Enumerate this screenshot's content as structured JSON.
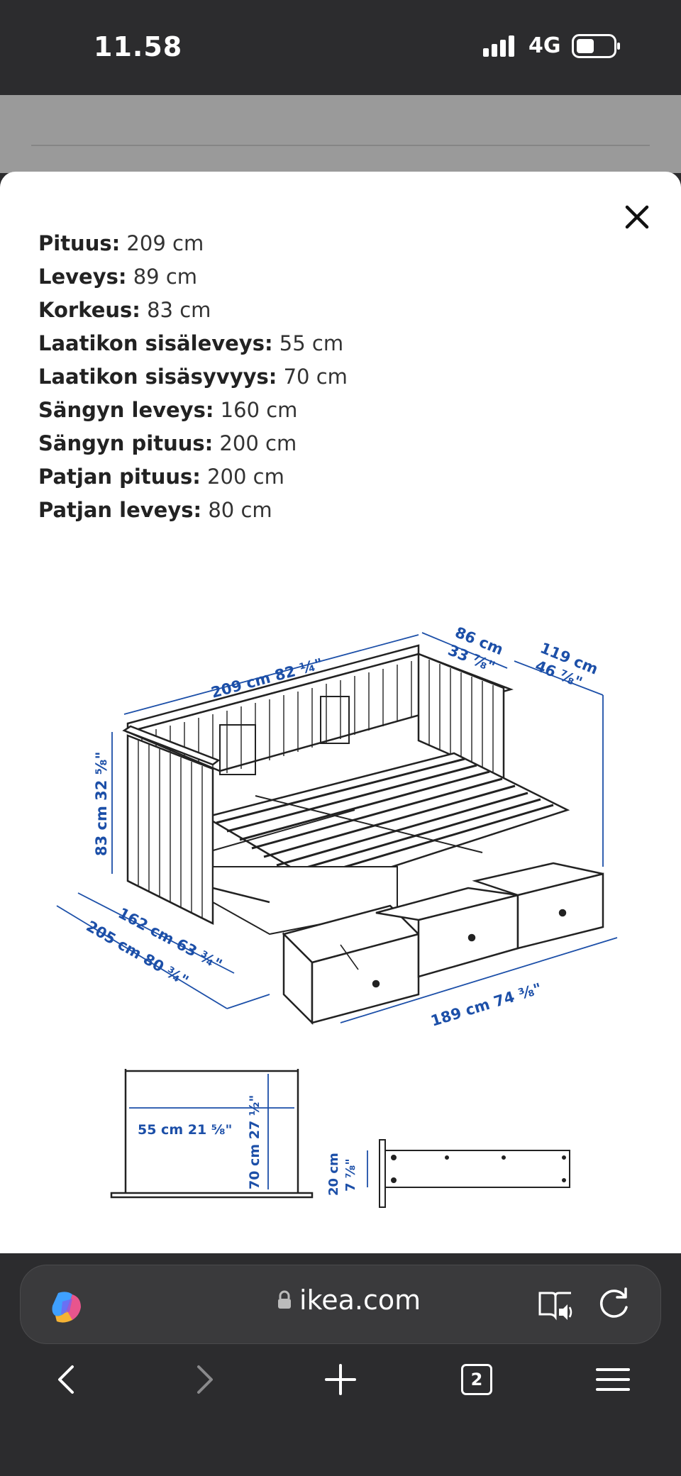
{
  "status": {
    "time": "11.58",
    "network": "4G"
  },
  "specs": [
    {
      "label": "Pituus:",
      "value": " 209 cm"
    },
    {
      "label": "Leveys:",
      "value": " 89 cm"
    },
    {
      "label": "Korkeus:",
      "value": " 83 cm"
    },
    {
      "label": "Laatikon sisäleveys:",
      "value": " 55 cm"
    },
    {
      "label": "Laatikon sisäsyvyys:",
      "value": " 70 cm"
    },
    {
      "label": "Sängyn leveys:",
      "value": " 160 cm"
    },
    {
      "label": "Sängyn pituus:",
      "value": " 200 cm"
    },
    {
      "label": "Patjan pituus:",
      "value": " 200 cm"
    },
    {
      "label": "Patjan leveys:",
      "value": " 80 cm"
    }
  ],
  "drawing": {
    "top_length": "209 cm 82 ¼\"",
    "depth_cm": "86 cm",
    "depth_in": "33 ⅞\"",
    "depth2_cm": "119 cm",
    "depth2_in": "46 ⅞\"",
    "height": "83 cm 32 ⅝\"",
    "extended_front": "162 cm 63 ¾\"",
    "extended_full": "205 cm 80 ¾\"",
    "drawer_run": "189 cm 74 ⅜\"",
    "drawer_width": "55 cm 21 ⅝\"",
    "drawer_depth": "70 cm 27 ½\"",
    "drawer_height_cm": "20 cm",
    "drawer_height_in": "7 ⅞\""
  },
  "browser": {
    "domain": "ikea.com",
    "tab_count": "2"
  },
  "colors": {
    "dimension_blue": "#1c4fa8",
    "status_bg": "#2c2c2e"
  }
}
